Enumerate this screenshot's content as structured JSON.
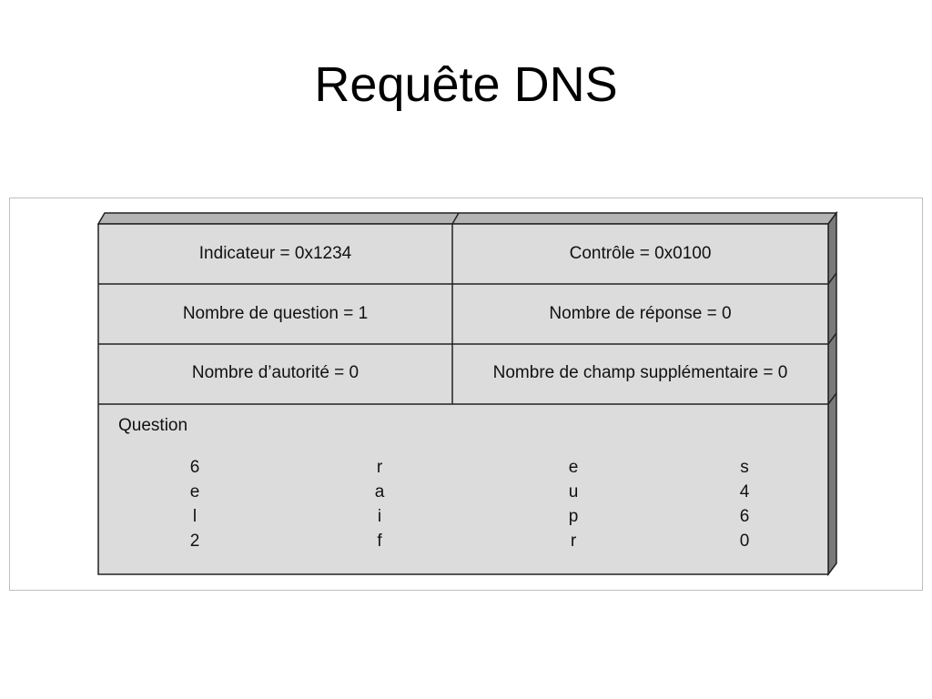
{
  "title": "Requête DNS",
  "header_fields": {
    "identifier": "Indicateur = 0x1234",
    "control": "Contrôle = 0x0100",
    "question_count": "Nombre de question = 1",
    "answer_count": "Nombre de réponse = 0",
    "authority_count": "Nombre d’autorité = 0",
    "additional_count": "Nombre de champ supplémentaire = 0"
  },
  "question": {
    "label": "Question",
    "columns": [
      [
        "6",
        "e",
        "l",
        "2"
      ],
      [
        "r",
        "a",
        "i",
        "f"
      ],
      [
        "e",
        "u",
        "p",
        "r"
      ],
      [
        "s",
        "4",
        "6",
        "0"
      ]
    ]
  },
  "colors": {
    "cell_fill": "#dcdcdc",
    "bevel_top": "#b4b4b4",
    "bevel_side": "#7a7a7a",
    "border": "#222222"
  }
}
